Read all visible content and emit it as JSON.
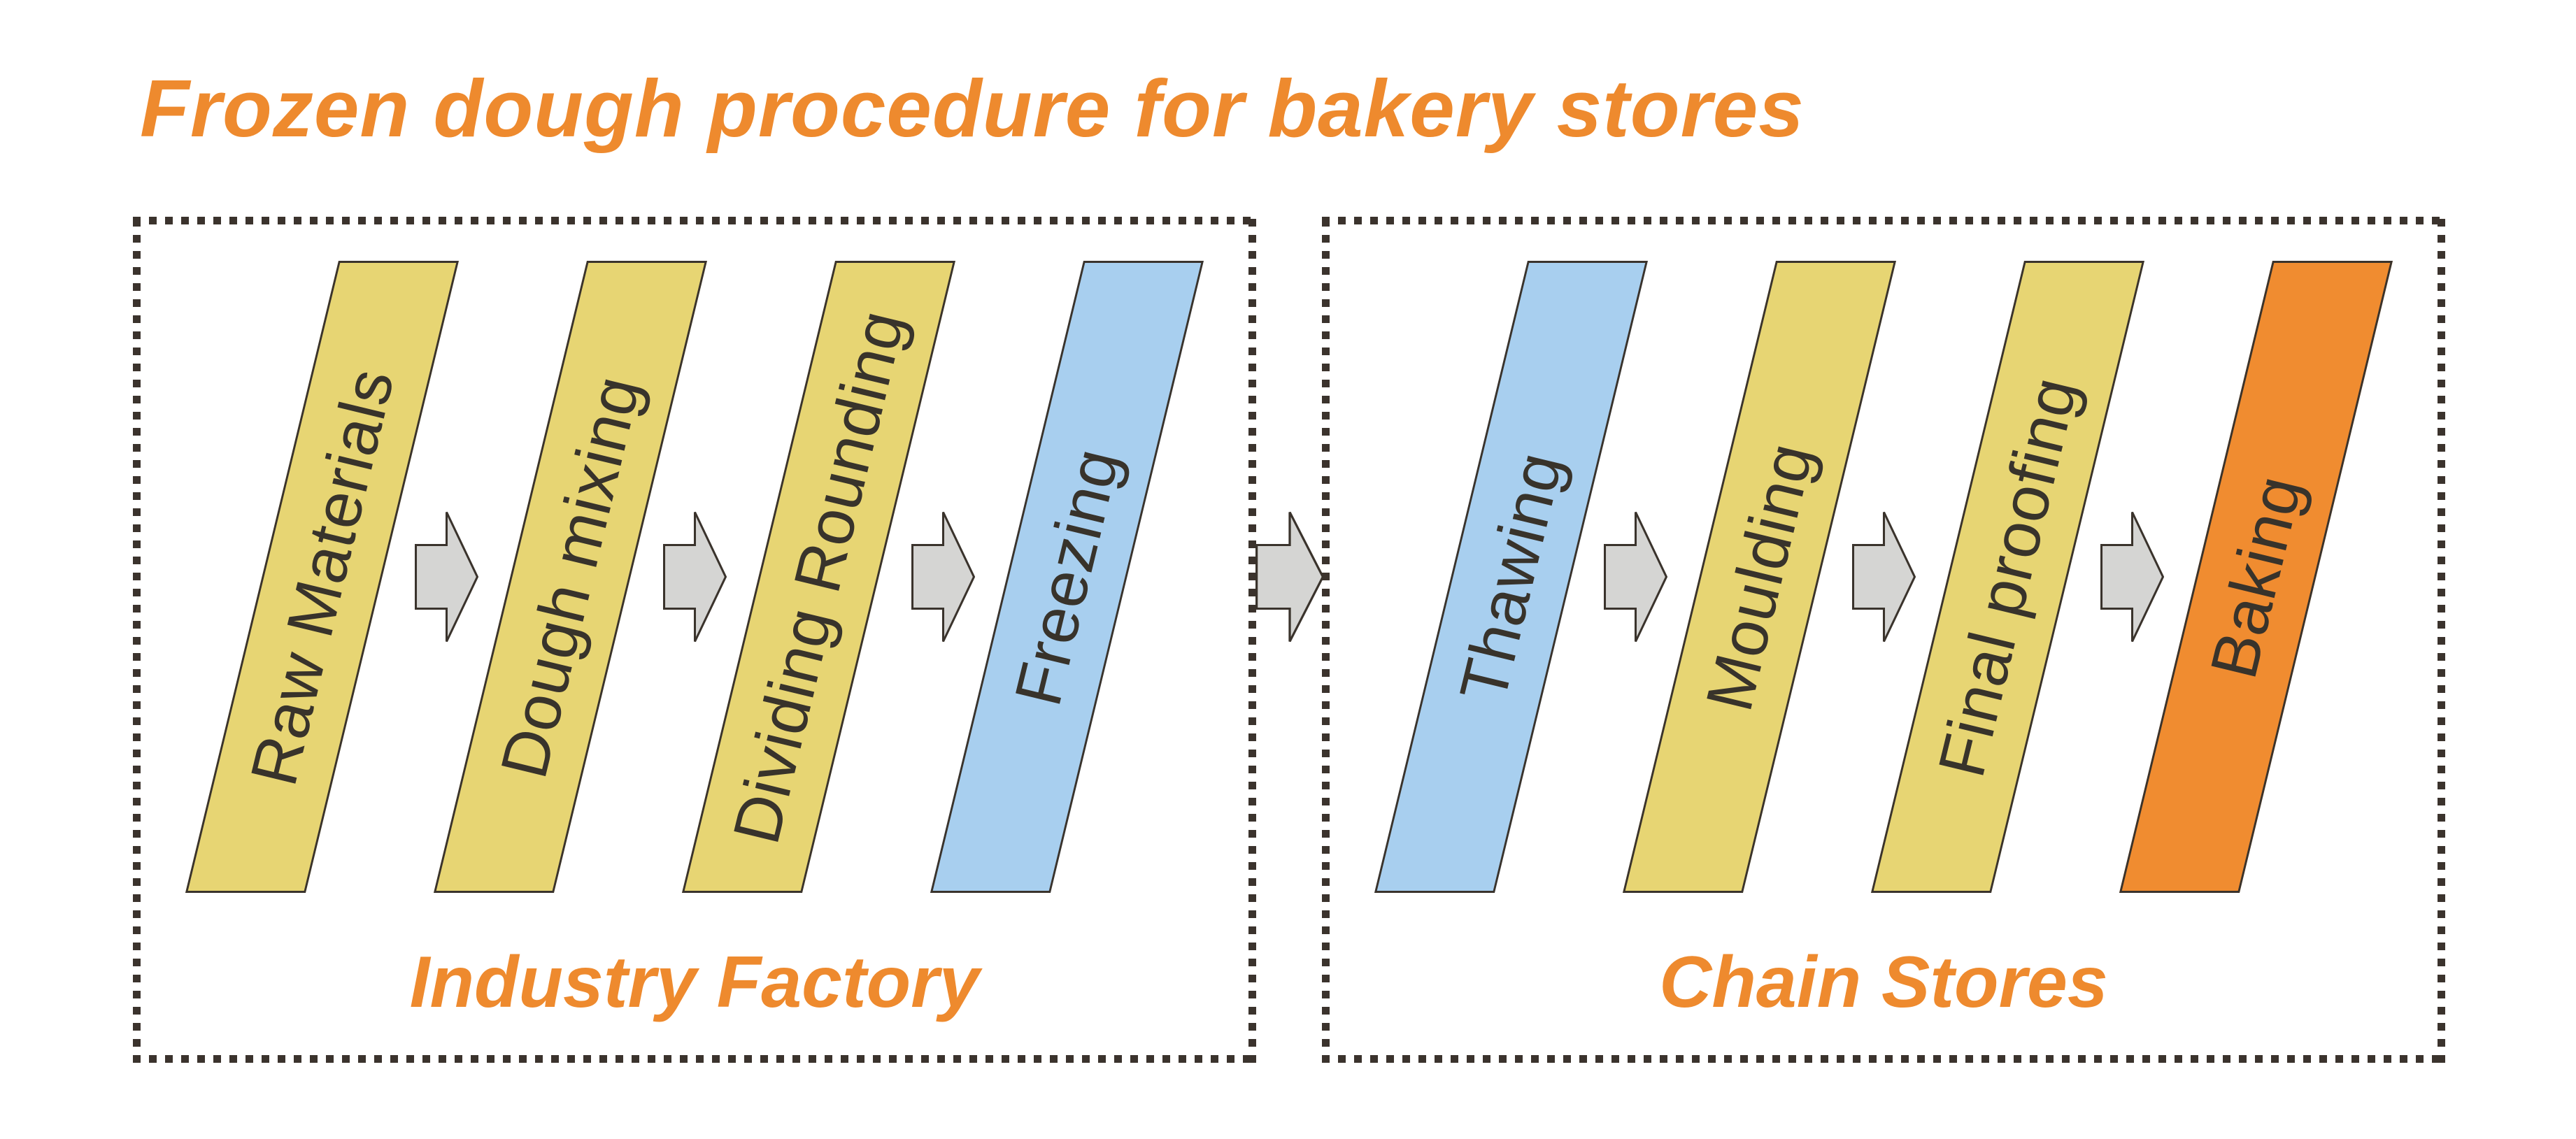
{
  "title": {
    "text": "Frozen dough procedure for bakery stores"
  },
  "boxes": [
    {
      "id": "industry-factory",
      "label": "Industry Factory",
      "steps": [
        {
          "label": "Raw Materials",
          "fill": "#e7d573"
        },
        {
          "label": "Dough mixing",
          "fill": "#e7d573"
        },
        {
          "label": "Dividing Rounding",
          "fill": "#e7d573"
        },
        {
          "label": "Freezing",
          "fill": "#a8cfef"
        }
      ]
    },
    {
      "id": "chain-stores",
      "label": "Chain Stores",
      "steps": [
        {
          "label": "Thawing",
          "fill": "#a8cfef"
        },
        {
          "label": "Moulding",
          "fill": "#e7d573"
        },
        {
          "label": "Final proofing",
          "fill": "#e7d573"
        },
        {
          "label": "Baking",
          "fill": "#f08c30"
        }
      ]
    }
  ],
  "icons": {
    "step_arrow": "right-arrow",
    "transfer_arrow": "right-arrow"
  },
  "colors": {
    "accent_orange": "#ee8a2e",
    "step_yellow": "#e7d573",
    "step_blue": "#a8cfef",
    "step_orange": "#f08c30",
    "shape_outline": "#3a332c",
    "step_text": "#38332b",
    "arrow_fill": "#d5d5d3",
    "arrow_outline": "#3a332c",
    "border_dots": "#3b332d",
    "background": "#ffffff"
  }
}
